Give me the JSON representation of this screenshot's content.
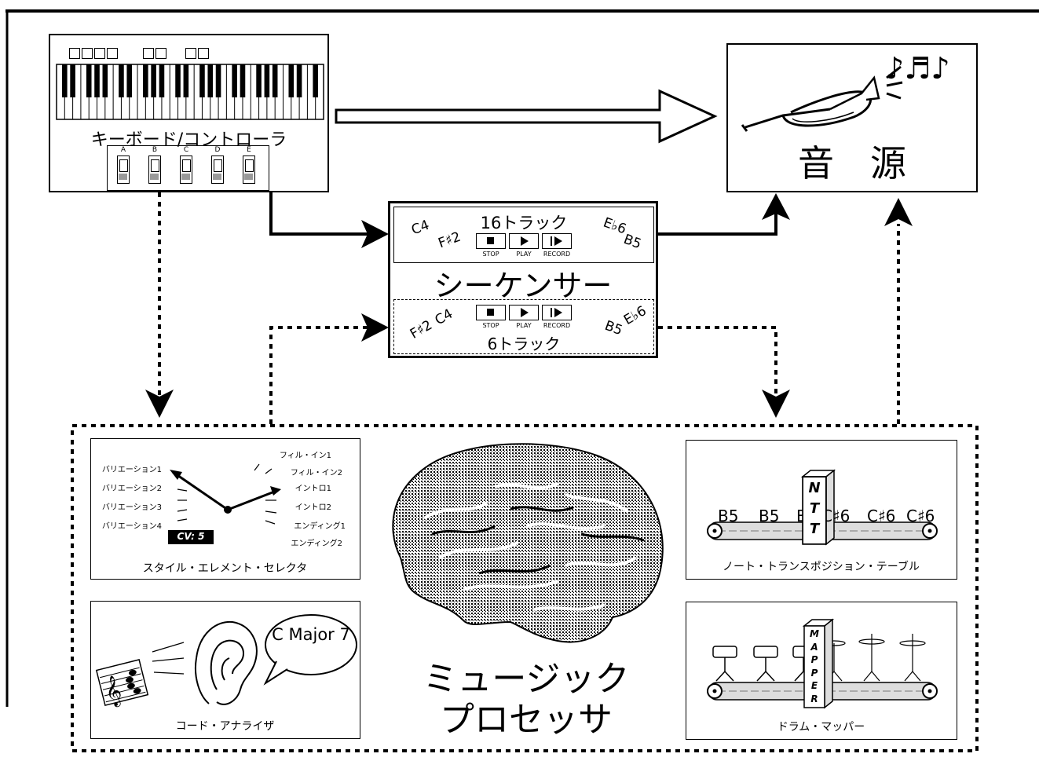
{
  "keyboard": {
    "label": "キーボード/コントローラ",
    "switches": [
      "A",
      "B",
      "C",
      "D",
      "E"
    ]
  },
  "sound_source": {
    "label": "音　源"
  },
  "sequencer": {
    "title": "シーケンサー",
    "top": {
      "label": "16トラック",
      "notes": [
        "C4",
        "F♯2",
        "E♭6",
        "B5"
      ],
      "buttons": [
        "STOP",
        "PLAY",
        "RECORD"
      ]
    },
    "bottom": {
      "label": "6トラック",
      "notes": [
        "F♯2",
        "C4",
        "E♭6",
        "B5"
      ],
      "buttons": [
        "STOP",
        "PLAY",
        "RECORD"
      ]
    }
  },
  "music_processor": {
    "title_line1": "ミュージック",
    "title_line2": "プロセッサ"
  },
  "style_selector": {
    "caption": "スタイル・エレメント・セレクタ",
    "left_items": [
      "バリエーション1",
      "バリエーション2",
      "バリエーション3",
      "バリエーション4"
    ],
    "right_items": [
      "フィル・イン1",
      "フィル・イン2",
      "イントロ1",
      "イントロ2",
      "エンディング1",
      "エンディング2"
    ],
    "cv_label": "CV: 5"
  },
  "chord_analyzer": {
    "caption": "コード・アナライザ",
    "bubble": "C Major 7"
  },
  "ntt": {
    "caption": "ノート・トランスポジション・テーブル",
    "tower_letters": [
      "N",
      "T",
      "T"
    ],
    "notes": [
      "B5",
      "B5",
      "B5",
      "C♯6",
      "C♯6",
      "C♯6"
    ]
  },
  "drum_mapper": {
    "caption": "ドラム・マッパー",
    "tower_letters": [
      "M",
      "A",
      "P",
      "P",
      "E",
      "R"
    ]
  }
}
